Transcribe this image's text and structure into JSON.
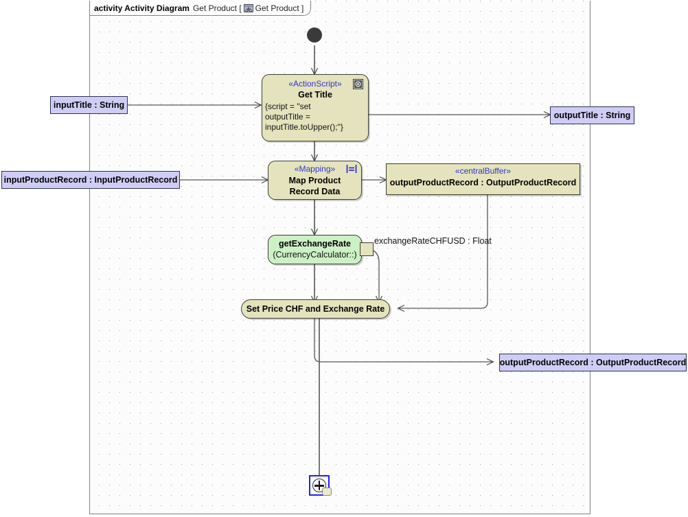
{
  "frame": {
    "kind_label": "activity Activity Diagram",
    "name_open": "Get Product [",
    "icon_name": "activity-diagram-icon",
    "name_close": "Get Product ]"
  },
  "nodes": {
    "initial": {
      "name": "initial-node"
    },
    "get_title": {
      "stereotype": "«ActionScript»",
      "title": "Get Title",
      "body_line1": "{script = \"set",
      "body_line2": "outputTitle =",
      "body_line3": "inputTitle.toUpper();\"}",
      "icon_name": "script-gear-icon"
    },
    "map_product": {
      "stereotype": "«Mapping»",
      "title_line1": "Map Product",
      "title_line2": "Record Data",
      "icon_name": "mapping-icon"
    },
    "central_buffer": {
      "stereotype": "«centralBuffer»",
      "label": "outputProductRecord : OutputProductRecord"
    },
    "get_exchange_rate": {
      "title": "getExchangeRate",
      "subtitle": "(CurrencyCalculator::)",
      "pin_label": "exchangeRateCHFUSD : Float"
    },
    "set_price": {
      "label": "Set Price CHF and Exchange Rate"
    },
    "final": {
      "name": "activity-final-node"
    }
  },
  "parameters": {
    "input_title": "inputTitle : String",
    "input_product_record": "inputProductRecord : InputProductRecord",
    "output_title": "outputTitle : String",
    "output_product_record": "outputProductRecord : OutputProductRecord"
  },
  "colors": {
    "action_fill": "#e4e3bd",
    "call_fill": "#cdf0c6",
    "parameter_fill": "#cfcdf5",
    "stereotype_text": "#3333cc",
    "border": "#3d3d2e",
    "selection": "#2020ee",
    "canvas": "#fcfcfc"
  }
}
